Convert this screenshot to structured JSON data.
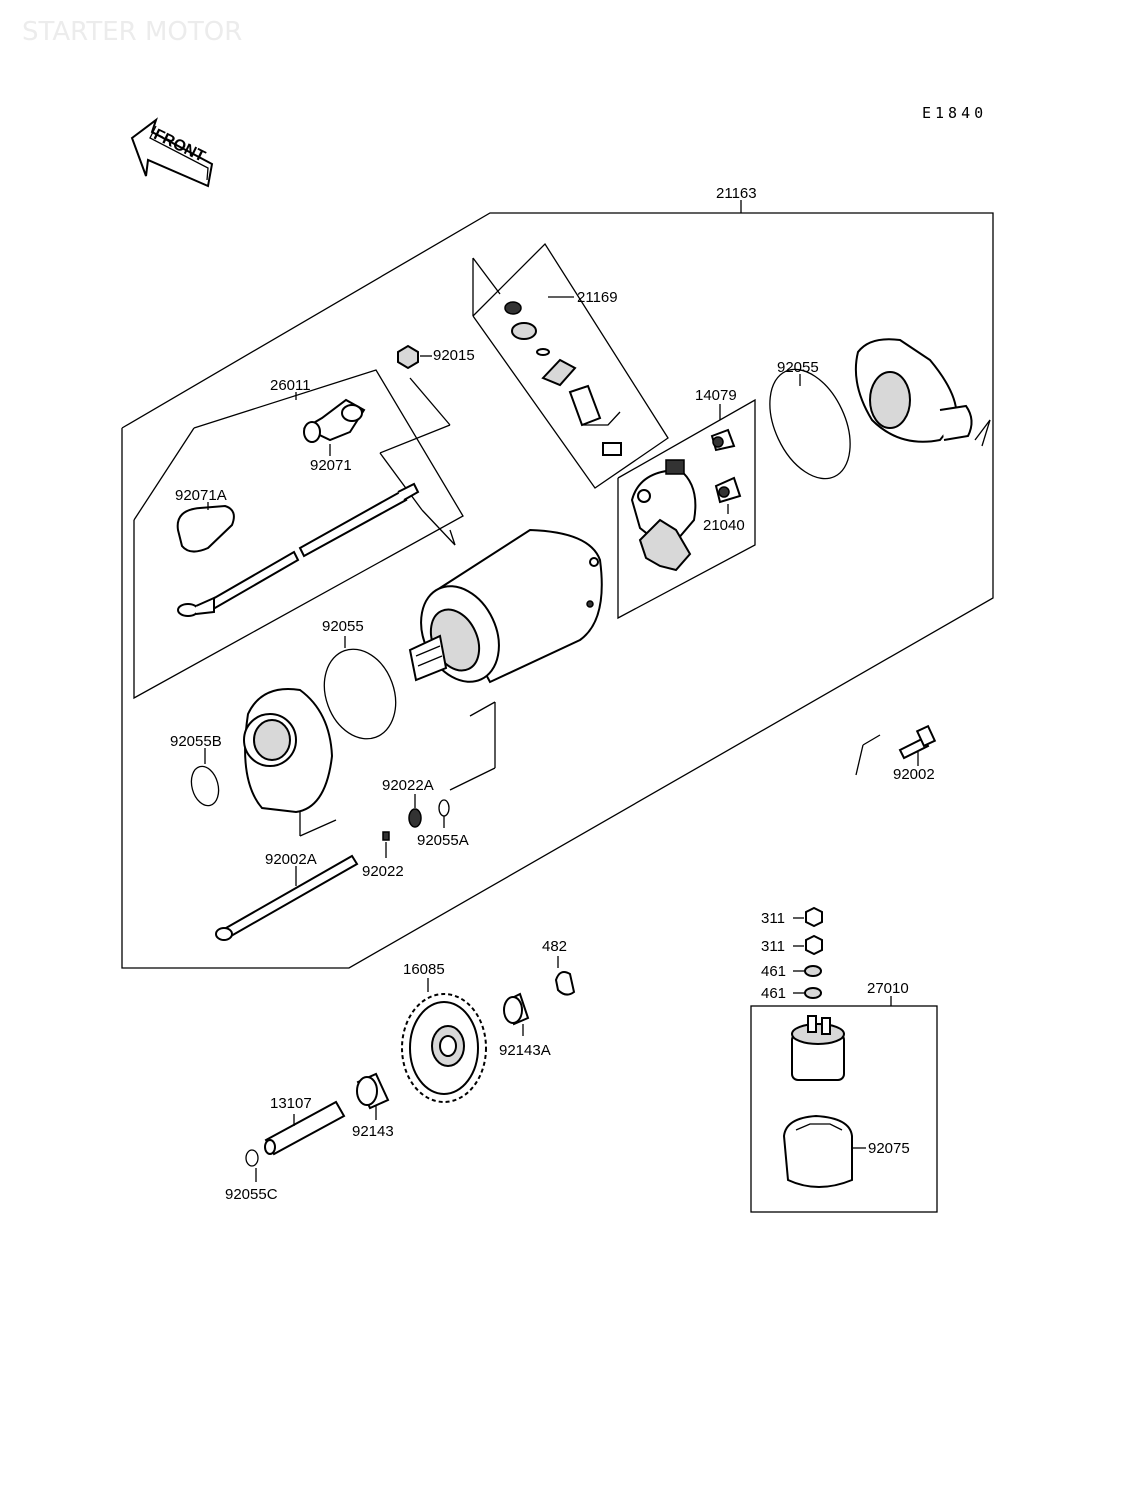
{
  "watermark": "STARTER MOTOR",
  "diagram_code": "E1840",
  "front_label": "FRONT",
  "labels": {
    "p21163": "21163",
    "p21169": "21169",
    "p92015": "92015",
    "p26011": "26011",
    "p92071": "92071",
    "p92071A": "92071A",
    "p14079": "14079",
    "p92055_top": "92055",
    "p21040": "21040",
    "p92055_mid": "92055",
    "p92055B": "92055B",
    "p92022A": "92022A",
    "p92055A": "92055A",
    "p92002A": "92002A",
    "p92022": "92022",
    "p92002": "92002",
    "p311_a": "311",
    "p311_b": "311",
    "p461_a": "461",
    "p461_b": "461",
    "p27010": "27010",
    "p92075": "92075",
    "p482": "482",
    "p16085": "16085",
    "p92143A": "92143A",
    "p13107": "13107",
    "p92143": "92143",
    "p92055C": "92055C"
  }
}
